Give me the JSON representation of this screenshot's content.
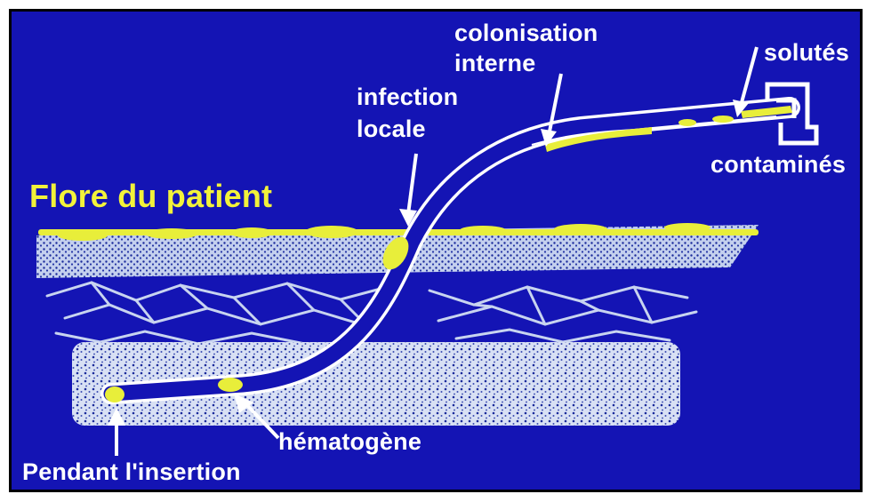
{
  "labels": {
    "flore": "Flore du patient",
    "colonisation": "colonisation",
    "interne": "interne",
    "infection": "infection",
    "locale": "locale",
    "solutes": "solutés",
    "contamines": "contaminés",
    "hematogene": "hématogène",
    "insertion": "Pendant l'insertion"
  },
  "colors": {
    "background": "#1414b4",
    "flora": "#f2f23a",
    "tissue": "#ffffff"
  }
}
